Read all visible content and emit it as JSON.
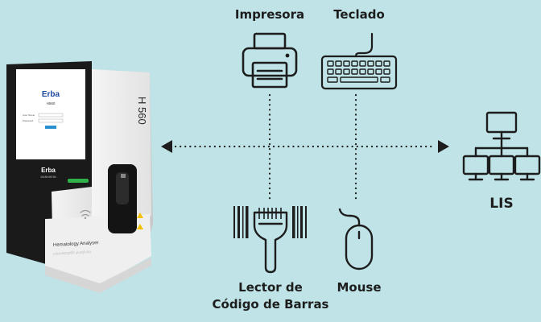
{
  "labels": {
    "printer": "Impresora",
    "keyboard": "Teclado",
    "lis": "LIS",
    "barcode_line1": "Lector de",
    "barcode_line2": "Código de Barras",
    "mouse": "Mouse"
  },
  "device": {
    "brand_logo": "Erba",
    "brand_sub": "MANNHEIM",
    "screen_model": "H560",
    "side_model": "H 560",
    "front_label": "Hematology Analyser",
    "login_user_label": "User Name",
    "login_pass_label": "Password"
  },
  "icons": [
    "printer-icon",
    "keyboard-icon",
    "network-icon",
    "barcode-scanner-icon",
    "mouse-icon",
    "double-arrow-icon"
  ],
  "colors": {
    "background": "#bfe3e6",
    "icon_stroke": "#1d1d1d",
    "device_green": "#2fb24a",
    "brand_blue": "#1f4aa0"
  }
}
